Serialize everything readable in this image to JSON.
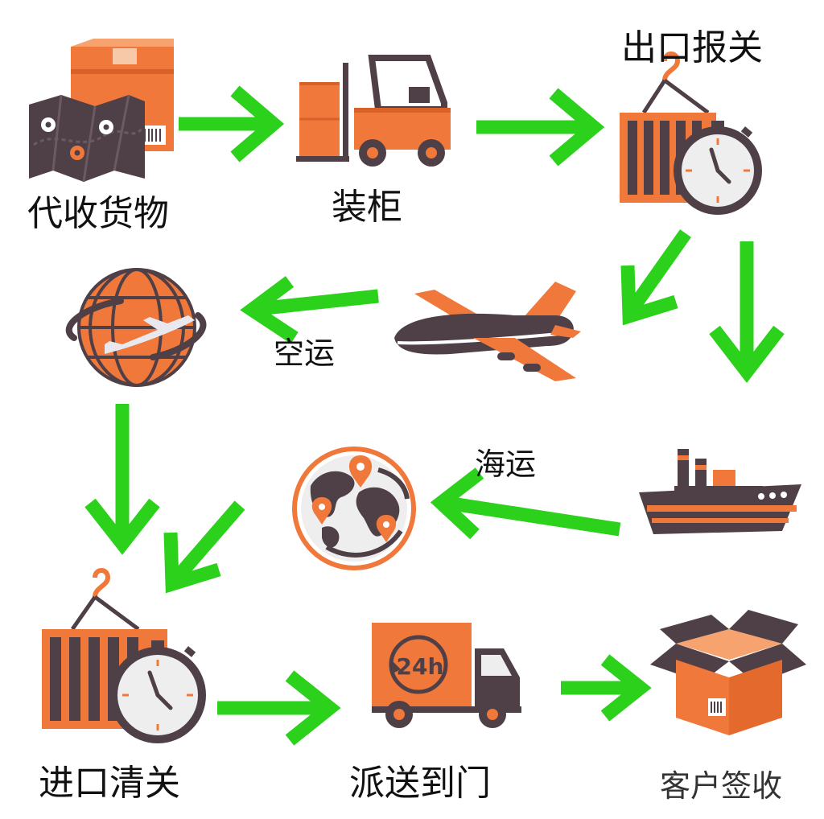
{
  "steps": {
    "collect": "代收货物",
    "load": "装柜",
    "export_customs": "出口报关",
    "air_freight": "空运",
    "sea_freight": "海运",
    "import_clearance": "进口清关",
    "delivery": "派送到门",
    "sign_off": "客户签收"
  },
  "truck_badge": "24h",
  "colors": {
    "accent": "#f0783a",
    "dark": "#4f3f47",
    "arrow": "#2bd11a"
  },
  "icons": {
    "collect": "package-map-icon",
    "load": "forklift-icon",
    "export_customs": "container-stopwatch-icon",
    "air_freight": "airplane-icon",
    "air_globe": "globe-plane-icon",
    "sea_freight": "cargo-ship-icon",
    "sea_globe": "world-pins-icon",
    "import_clearance": "container-stopwatch-icon",
    "delivery": "delivery-truck-icon",
    "sign_off": "open-box-icon"
  }
}
